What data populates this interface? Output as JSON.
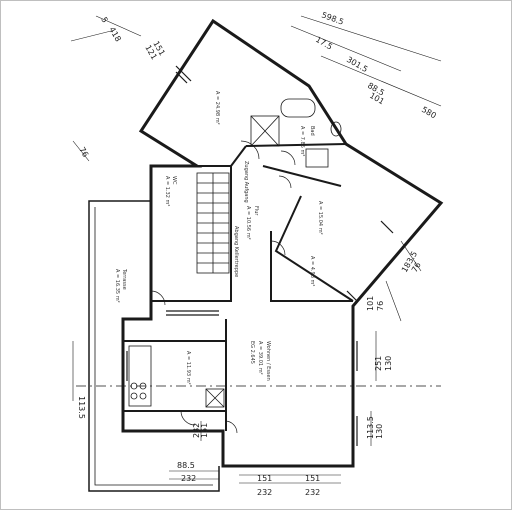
{
  "room_labels": {
    "top_room": "A = 24.98 m²",
    "bath": "A = 7.85 m²",
    "bath_name": "Bad",
    "corridor": "A = 10.56 m²",
    "corridor_name": "Flur",
    "stairs_up": "Zugang Aufgang",
    "stairs_down": "Abgang Kellertreppe",
    "wc": "A = 1.32 m²",
    "wc_name": "WC",
    "right_room": "A = 15.04 m²",
    "mid_room": "A = 4.98 m²",
    "kitchen": "A = 11.93 m²",
    "living": "A = 39.01 m²",
    "living_name": "Wohnen / Essen",
    "living_height": "EG 2.645",
    "terrace": "A = 16.35 m²",
    "terrace_name": "Terrasse"
  },
  "dimensions": {
    "bottom_left_top": "88.5",
    "bottom_left_bottom": "232",
    "bottom_mid_top": "151",
    "bottom_mid_bottom": "232",
    "bottom_right_top": "151",
    "bottom_right_bottom": "232",
    "door_top": "151",
    "door_bottom": "232",
    "right_lower_top": "113.5",
    "right_lower_bottom": "130",
    "right_mid_top": "251",
    "right_mid_bottom": "130",
    "right_upper_top": "101",
    "right_upper_bottom": "76",
    "right_top_a": "183.5",
    "right_top_b": "76",
    "left_mid": "113.5",
    "left_upper": "76",
    "top_a": "151",
    "top_b": "121",
    "top_right_a": "101",
    "top_right_b": "88.5",
    "top_right_c": "301.5",
    "top_right_d": "17.5",
    "top_right_e": "598.5",
    "top_right_f": "580",
    "top_far_a": "418",
    "top_far_b": "5"
  }
}
